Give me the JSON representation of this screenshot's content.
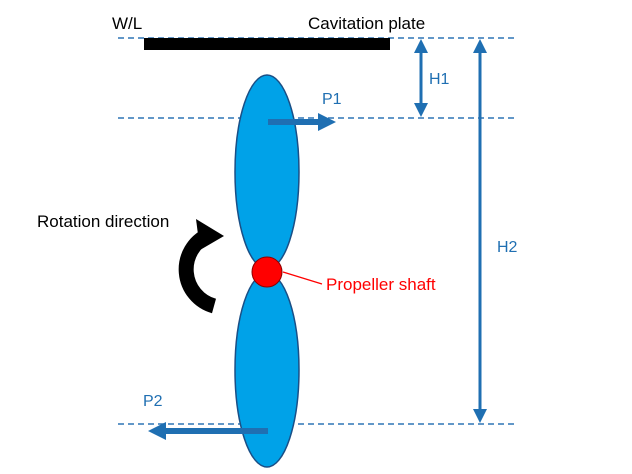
{
  "labels": {
    "waterline": "W/L",
    "cavitation_plate": "Cavitation plate",
    "h1": "H1",
    "h2": "H2",
    "p1": "P1",
    "p2": "P2",
    "rotation": "Rotation direction",
    "shaft": "Propeller shaft"
  },
  "colors": {
    "blade_fill": "#00a2e8",
    "blade_stroke": "#1a4f86",
    "dimension": "#1f6fb2",
    "force_arrow": "#1f6fb2",
    "shaft": "#ff0000",
    "plate": "#000000"
  }
}
